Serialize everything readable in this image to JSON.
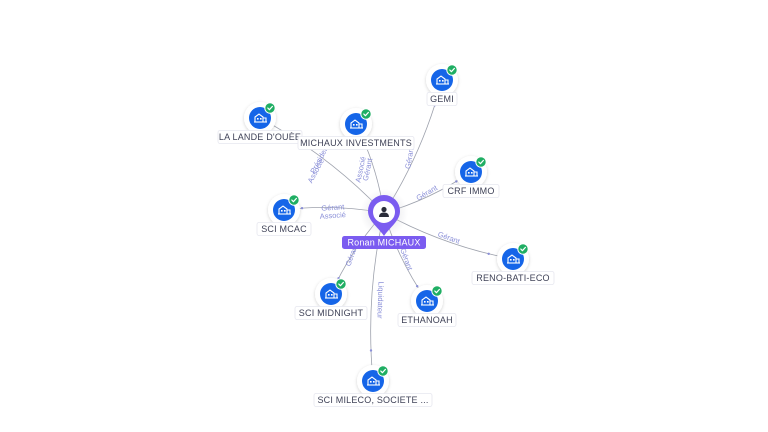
{
  "graph": {
    "center": {
      "label": "Ronan MICHAUX"
    },
    "companies": [
      {
        "label": "LA LANDE D'OUÈE",
        "roles": [
          "Associé",
          "Président"
        ]
      },
      {
        "label": "MICHAUX INVESTMENTS",
        "roles": [
          "Gérant",
          "Associé"
        ]
      },
      {
        "label": "GEMI",
        "roles": [
          "Gérant"
        ]
      },
      {
        "label": "CRF IMMO",
        "roles": [
          "Gérant"
        ]
      },
      {
        "label": "SCI MCAC",
        "roles": [
          "Gérant",
          "Associé"
        ]
      },
      {
        "label": "RENO-BATI-ECO",
        "roles": [
          "Gérant"
        ]
      },
      {
        "label": "SCI MIDNIGHT",
        "roles": [
          "Gérant"
        ]
      },
      {
        "label": "ETHANOAH",
        "roles": [
          "Gérant"
        ]
      },
      {
        "label": "SCI MILECO, SOCIETE ...",
        "roles": [
          "Liquidateur"
        ]
      }
    ]
  },
  "colors": {
    "company_icon": "#1565e8",
    "check_badge": "#1fae63",
    "person_pin": "#7b5cf0",
    "edge": "#9ea2ad",
    "edge_label": "#8a8fd8"
  }
}
